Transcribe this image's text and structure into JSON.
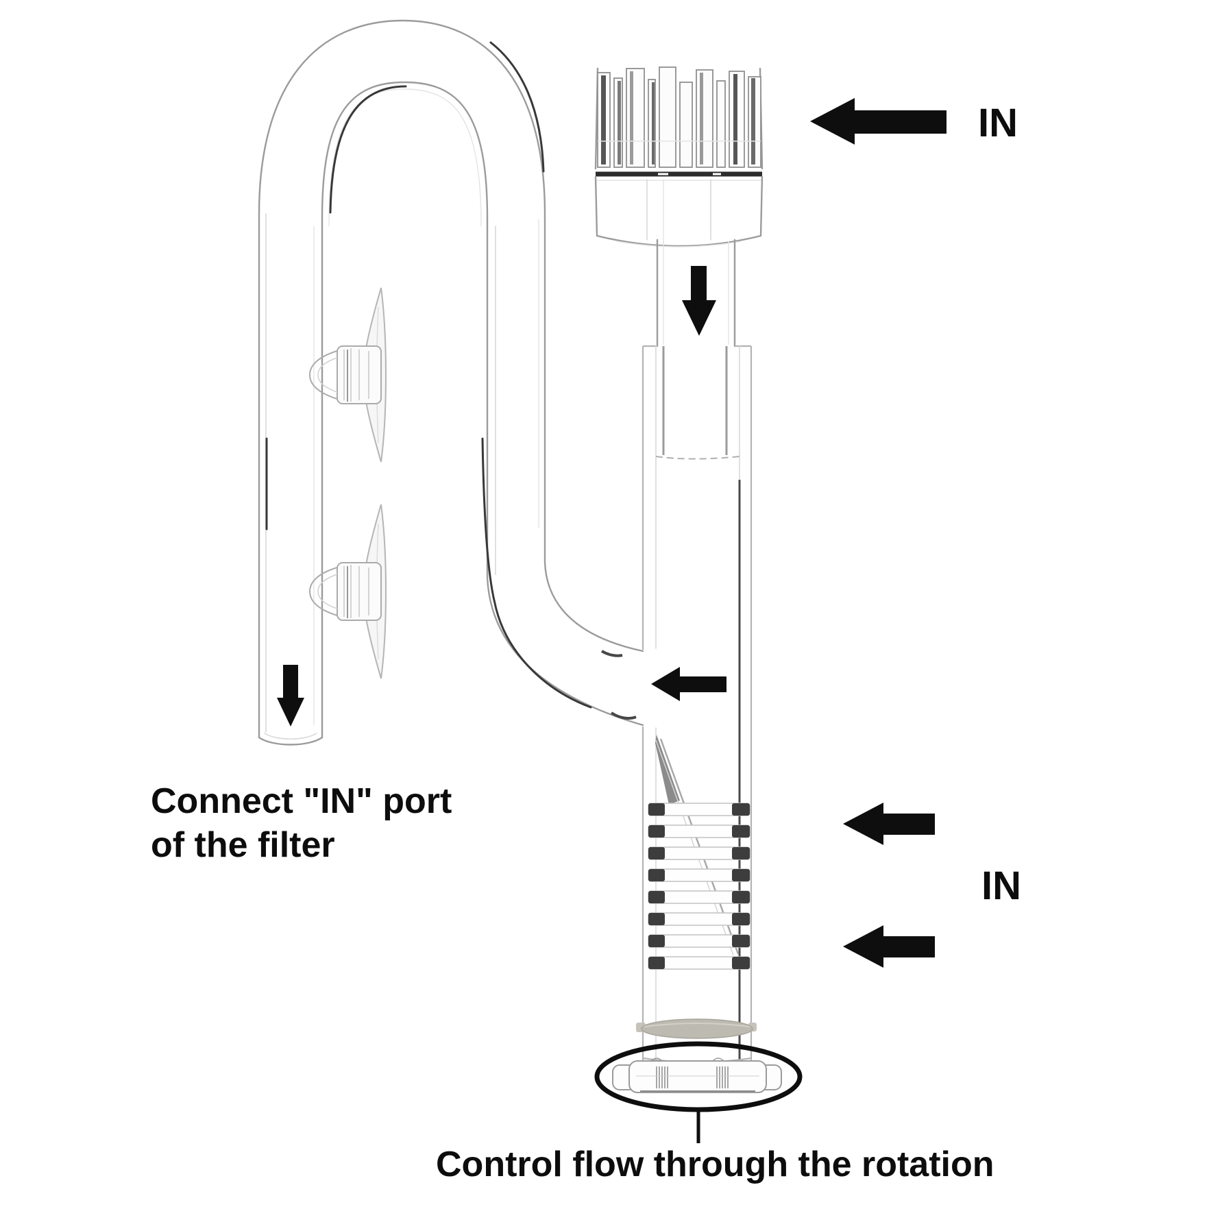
{
  "diagram": {
    "subject": "glass lily-pipe inflow with surface skimmer",
    "labels": {
      "in_top": "IN",
      "in_side": "IN",
      "connect_line1": "Connect \"IN\" port",
      "connect_line2": "of the filter",
      "control_flow": "Control flow through the rotation"
    },
    "arrows": [
      {
        "id": "in-top",
        "direction": "left"
      },
      {
        "id": "down-into-tube",
        "direction": "down"
      },
      {
        "id": "surface-junction",
        "direction": "left"
      },
      {
        "id": "to-filter-outlet",
        "direction": "down"
      },
      {
        "id": "in-slots-upper",
        "direction": "left"
      },
      {
        "id": "in-slots-lower",
        "direction": "left"
      }
    ],
    "colors": {
      "background": "#ffffff",
      "annotation_ink": "#0e0e0e",
      "glass_outline": "#9b9b9b",
      "glass_dark_accent": "#383838",
      "slot_dark": "#3d3d3d",
      "oring_gray": "#bdbab2"
    }
  }
}
